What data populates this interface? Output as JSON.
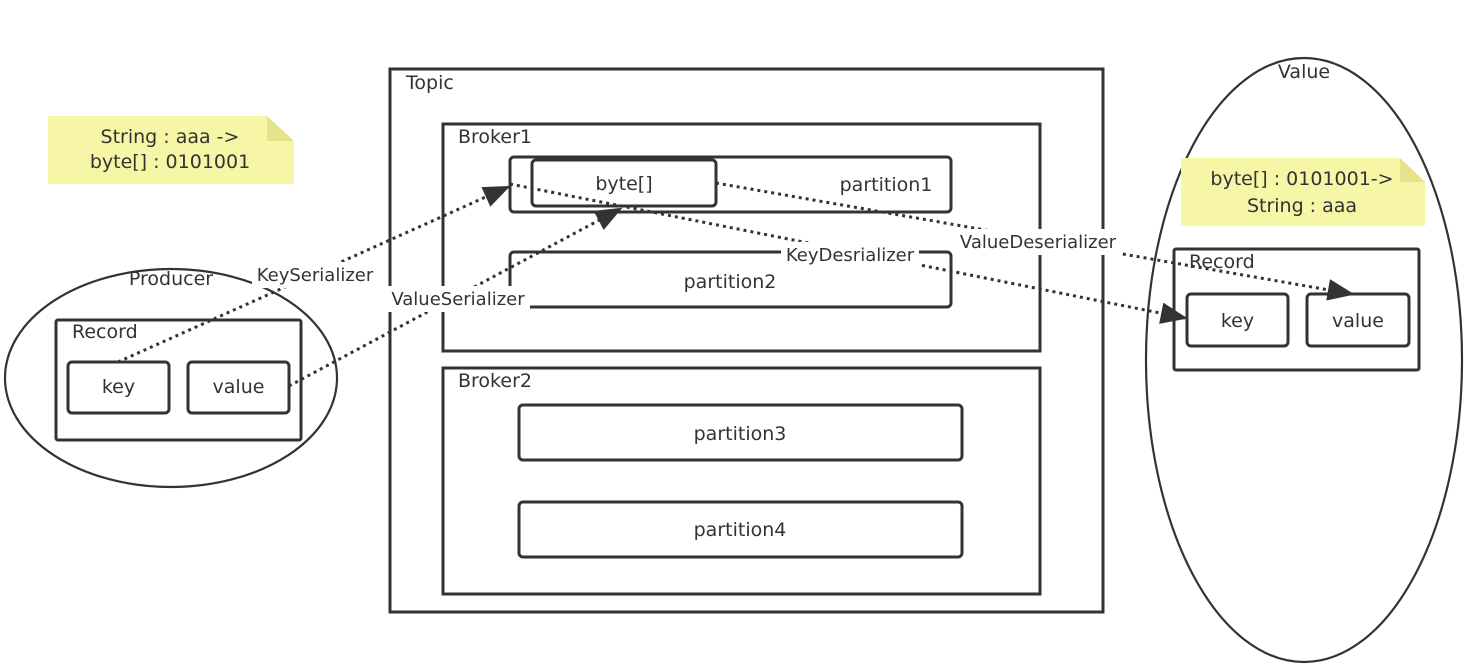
{
  "topic": {
    "label": "Topic"
  },
  "broker1": {
    "label": "Broker1",
    "partition1": {
      "label": "partition1",
      "inner": "byte[]"
    },
    "partition2": {
      "label": "partition2"
    }
  },
  "broker2": {
    "label": "Broker2",
    "partition3": {
      "label": "partition3"
    },
    "partition4": {
      "label": "partition4"
    }
  },
  "producer": {
    "label": "Producer",
    "record": {
      "label": "Record",
      "key": "key",
      "value": "value"
    },
    "note": {
      "line1": "String : aaa ->",
      "line2": "byte[] : 0101001"
    }
  },
  "consumer": {
    "label": "Value",
    "record": {
      "label": "Record",
      "key": "key",
      "value": "value"
    },
    "note": {
      "line1": "byte[] : 0101001->",
      "line2": "String : aaa"
    }
  },
  "edges": {
    "key_serializer": "KeySerializer",
    "value_serializer": "ValueSerializer",
    "key_deserializer": "KeyDesrializer",
    "value_deserializer": "ValueDeserializer"
  },
  "colors": {
    "stroke": "#333333",
    "note_fill": "#f7f5a6",
    "note_fold": "#e6e28b",
    "background": "#ffffff"
  }
}
